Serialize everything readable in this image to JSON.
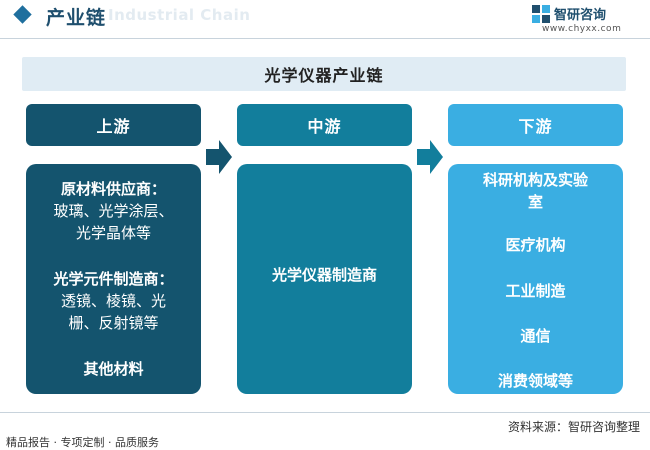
{
  "header": {
    "title": "产业链",
    "watermark": "Industrial Chain",
    "logo_name": "智研咨询",
    "logo_url": "www.chyxx.com"
  },
  "diagram": {
    "title": "光学仪器产业链",
    "stages": [
      {
        "label": "上游",
        "color": "#14546e"
      },
      {
        "label": "中游",
        "color": "#127e9c"
      },
      {
        "label": "下游",
        "color": "#3aaee2"
      }
    ],
    "upstream": {
      "groups": [
        {
          "heading": "原材料供应商：",
          "lines": [
            "玻璃、光学涂层、",
            "光学晶体等"
          ]
        },
        {
          "heading": "光学元件制造商：",
          "lines": [
            "透镜、棱镜、光",
            "栅、反射镜等"
          ]
        },
        {
          "heading": "其他材料",
          "lines": []
        }
      ]
    },
    "midstream": {
      "text": "光学仪器制造商"
    },
    "downstream": {
      "items": [
        {
          "lines": [
            "科研机构及实验",
            "室"
          ]
        },
        {
          "lines": [
            "医疗机构"
          ]
        },
        {
          "lines": [
            "工业制造"
          ]
        },
        {
          "lines": [
            "通信"
          ]
        },
        {
          "lines": [
            "消费领域等"
          ]
        }
      ]
    }
  },
  "footer": {
    "source": "资料来源：智研咨询整理",
    "slogan": "精品报告 · 专项定制 · 品质服务"
  }
}
